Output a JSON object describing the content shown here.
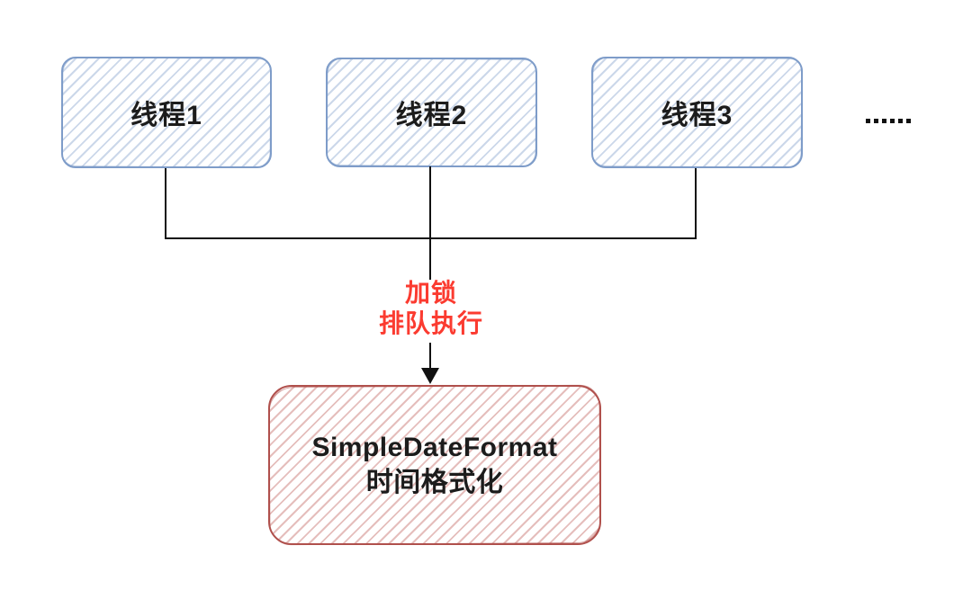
{
  "diagram": {
    "threads": [
      {
        "label": "线程1"
      },
      {
        "label": "线程2"
      },
      {
        "label": "线程3"
      }
    ],
    "ellipsis": {
      "label": "......",
      "count": 6
    },
    "annotation": {
      "lines": [
        "加锁",
        "排队执行"
      ],
      "color": "#fb3b30"
    },
    "result": {
      "lines": [
        "SimpleDateFormat",
        "时间格式化"
      ]
    },
    "colors": {
      "thread_box_border": "#7e9cc9",
      "thread_box_hatch": "#cfdcee",
      "result_box_border": "#b0504c",
      "result_box_hatch": "#efc0bc",
      "connector_line": "#111111",
      "annotation_text": "#fb3b30",
      "label_text": "#1c1c1c",
      "background": "#ffffff"
    }
  }
}
